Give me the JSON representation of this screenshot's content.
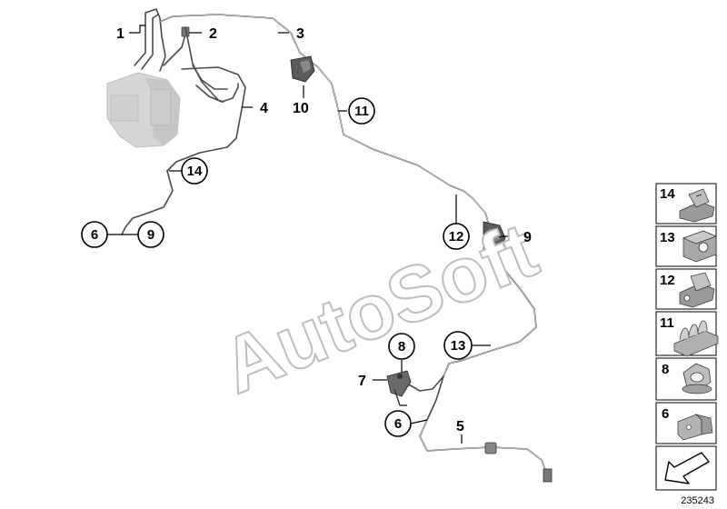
{
  "part_labels": {
    "p1": "1",
    "p2": "2",
    "p3": "3",
    "p4": "4",
    "p5": "5",
    "p6a": "6",
    "p6b": "6",
    "p7": "7",
    "p8": "8",
    "p9a": "9",
    "p9b": "9",
    "p10": "10",
    "p11": "11",
    "p12": "12",
    "p13": "13",
    "p14": "14"
  },
  "sidebar": {
    "items": [
      {
        "num": "14",
        "icon": "clip-14-icon"
      },
      {
        "num": "13",
        "icon": "clamp-block-13-icon"
      },
      {
        "num": "12",
        "icon": "clip-12-icon"
      },
      {
        "num": "11",
        "icon": "cable-holder-11-icon"
      },
      {
        "num": "8",
        "icon": "hex-nut-8-icon"
      },
      {
        "num": "6",
        "icon": "bracket-6-icon"
      }
    ],
    "arrow_icon": "arrow-icon"
  },
  "watermark": "AutoSoft",
  "reference_number": "235243",
  "colors": {
    "pipe": "#4a4a4a",
    "abs_unit": "#d6d6d6",
    "watermark_outline": "#bdbdbd"
  }
}
